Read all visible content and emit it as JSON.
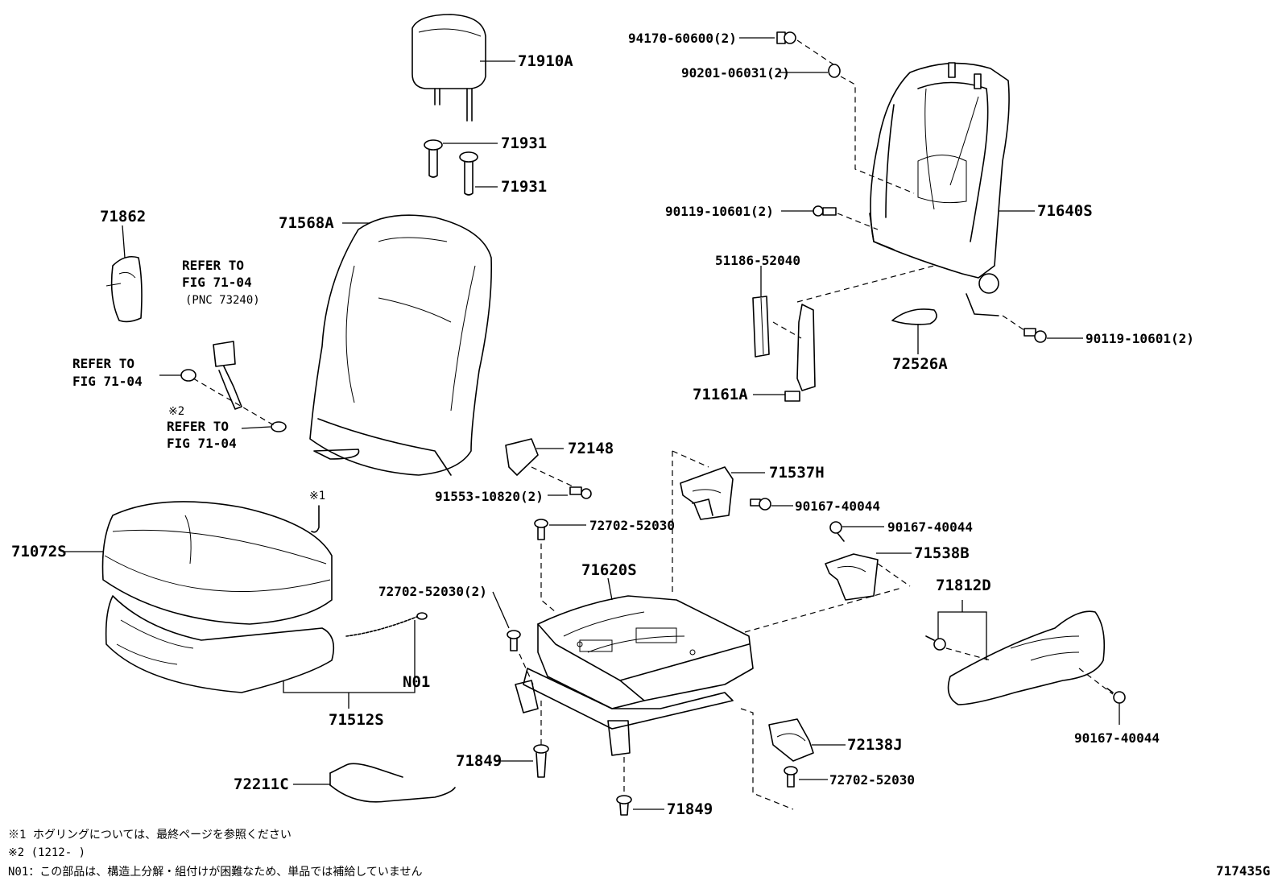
{
  "labels": {
    "headrest": "71910A",
    "guide_upper": "71931",
    "guide_lower": "71931",
    "back_cover": "71568A",
    "cover_71862": "71862",
    "refer_belt": "REFER TO",
    "refer_belt_fig": "FIG 71-04",
    "refer_belt_pnc": "(PNC 73240)",
    "refer_left_1": "REFER TO",
    "refer_left_1_fig": "FIG 71-04",
    "mark2": "※2",
    "refer_left_2": "REFER TO",
    "refer_left_2_fig": "FIG 71-04",
    "mark1": "※1",
    "cushion_cover": "71072S",
    "n01": "N01",
    "cushion_pad": "71512S",
    "wire": "72211C",
    "bolt_94170": "94170-60600(2)",
    "washer_90201": "90201-06031(2)",
    "bolt_90119_a": "90119-10601(2)",
    "frame": "71640S",
    "p51186": "51186-52040",
    "bracket_71161": "71161A",
    "knob_72526": "72526A",
    "bolt_90119_b": "90119-10601(2)",
    "cover_72148": "72148",
    "bolt_91553": "91553-10820(2)",
    "clip_72702_a": "72702-52030",
    "clip_72702_b": "72702-52030(2)",
    "adjuster": "71620S",
    "leg_71849_a": "71849",
    "leg_71849_b": "71849",
    "cover_71537": "71537H",
    "screw_90167_a": "90167-40044",
    "screw_90167_b": "90167-40044",
    "cover_71538": "71538B",
    "shield_71812": "71812D",
    "screw_90167_c": "90167-40044",
    "cover_72138": "72138J",
    "clip_72702_c": "72702-52030"
  },
  "footnotes": {
    "note1": "※1 ホグリングについては、最終ページを参照ください",
    "note2": "※2 (1212-      )",
    "note3": "N01：この部品は、構造上分解・組付けが困難なため、単品では補給していません"
  },
  "figure_code": "717435G"
}
